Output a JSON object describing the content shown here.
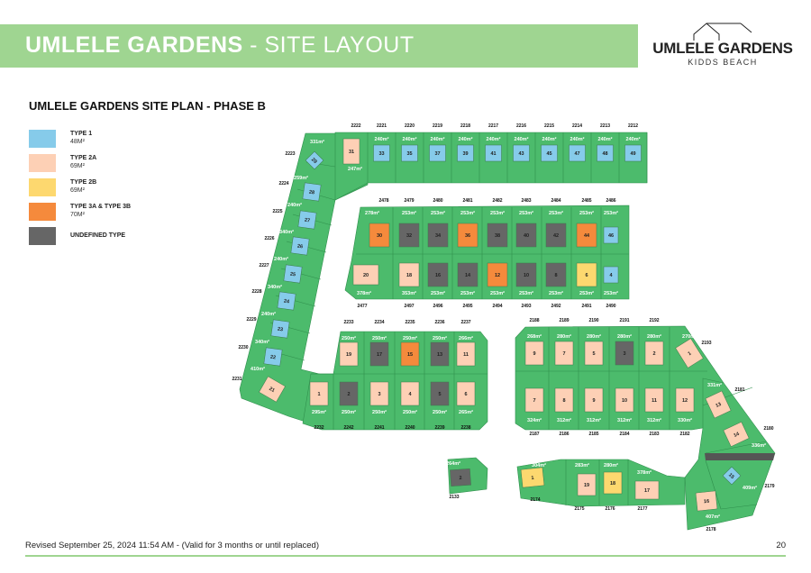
{
  "header": {
    "title_bold": "UMLELE GARDENS",
    "title_light": " - SITE LAYOUT"
  },
  "logo": {
    "name": "UMLELE GARDENS",
    "sub": "KIDDS BEACH"
  },
  "subtitle": "UMLELE GARDENS SITE PLAN - PHASE B",
  "colors": {
    "band": "#9fd591",
    "lot": "#4cbb6c",
    "type1": "#86cbea",
    "type2a": "#fdd0b5",
    "type2b": "#fdd86f",
    "type3": "#f58a3c",
    "undefined": "#666666"
  },
  "legend": [
    {
      "type": "type1",
      "label": "TYPE 1",
      "size": "48M²"
    },
    {
      "type": "type2a",
      "label": "TYPE 2A",
      "size": "69M²"
    },
    {
      "type": "type2b",
      "label": "TYPE 2B",
      "size": "69M²"
    },
    {
      "type": "type3",
      "label": "TYPE 3A & TYPE 3B",
      "size": "70M²"
    },
    {
      "type": "undefined",
      "label": "UNDEFINED TYPE",
      "size": ""
    }
  ],
  "blocks": {
    "top_row": [
      {
        "n": "31",
        "t": "type2a",
        "a": "247m²",
        "s": "2222"
      },
      {
        "n": "33",
        "t": "type1",
        "a": "240m²",
        "s": "2221"
      },
      {
        "n": "35",
        "t": "type1",
        "a": "240m²",
        "s": "2220"
      },
      {
        "n": "37",
        "t": "type1",
        "a": "240m²",
        "s": "2219"
      },
      {
        "n": "39",
        "t": "type1",
        "a": "240m²",
        "s": "2218"
      },
      {
        "n": "41",
        "t": "type1",
        "a": "240m²",
        "s": "2217"
      },
      {
        "n": "43",
        "t": "type1",
        "a": "240m²",
        "s": "2216"
      },
      {
        "n": "45",
        "t": "type1",
        "a": "240m²",
        "s": "2215"
      },
      {
        "n": "47",
        "t": "type1",
        "a": "240m²",
        "s": "2214"
      },
      {
        "n": "48",
        "t": "type1",
        "a": "240m²",
        "s": "2213"
      },
      {
        "n": "49",
        "t": "type1",
        "a": "240m²",
        "s": "2212"
      }
    ],
    "left_strip": [
      {
        "n": "29",
        "t": "type1",
        "a": "331m²",
        "s": "2223"
      },
      {
        "n": "28",
        "t": "type1",
        "a": "259m²",
        "s": "2224"
      },
      {
        "n": "27",
        "t": "type1",
        "a": "240m²",
        "s": "2225"
      },
      {
        "n": "26",
        "t": "type1",
        "a": "340m²",
        "s": "2226"
      },
      {
        "n": "25",
        "t": "type1",
        "a": "240m²",
        "s": "2227"
      },
      {
        "n": "24",
        "t": "type1",
        "a": "340m²",
        "s": "2228"
      },
      {
        "n": "23",
        "t": "type1",
        "a": "240m²",
        "s": "2229"
      },
      {
        "n": "22",
        "t": "type1",
        "a": "340m²",
        "s": "2230"
      },
      {
        "n": "21",
        "t": "type2a",
        "a": "410m²",
        "s": "2231"
      }
    ],
    "middle_top": [
      {
        "n": "30",
        "t": "type3",
        "a": "278m²",
        "s": "2478"
      },
      {
        "n": "32",
        "t": "undefined",
        "a": "253m²",
        "s": "2479"
      },
      {
        "n": "34",
        "t": "undefined",
        "a": "253m²",
        "s": "2480"
      },
      {
        "n": "36",
        "t": "type3",
        "a": "253m²",
        "s": "2481"
      },
      {
        "n": "38",
        "t": "undefined",
        "a": "253m²",
        "s": "2482"
      },
      {
        "n": "40",
        "t": "undefined",
        "a": "253m²",
        "s": "2483"
      },
      {
        "n": "42",
        "t": "undefined",
        "a": "253m²",
        "s": "2484"
      },
      {
        "n": "44",
        "t": "type3",
        "a": "253m²",
        "s": "2485"
      },
      {
        "n": "46",
        "t": "type1",
        "a": "253m²",
        "s": "2486"
      }
    ],
    "middle_bottom": [
      {
        "n": "20",
        "t": "type2a",
        "a": "378m²",
        "s": "2477"
      },
      {
        "n": "18",
        "t": "type2a",
        "a": "353m²",
        "s": "2497"
      },
      {
        "n": "16",
        "t": "undefined",
        "a": "253m²",
        "s": "2496"
      },
      {
        "n": "14",
        "t": "undefined",
        "a": "253m²",
        "s": "2495"
      },
      {
        "n": "12",
        "t": "type3",
        "a": "253m²",
        "s": "2494"
      },
      {
        "n": "10",
        "t": "undefined",
        "a": "253m²",
        "s": "2493"
      },
      {
        "n": "8",
        "t": "undefined",
        "a": "253m²",
        "s": "2492"
      },
      {
        "n": "6",
        "t": "type2b",
        "a": "253m²",
        "s": "2491"
      },
      {
        "n": "4",
        "t": "type1",
        "a": "253m²",
        "s": "2490"
      }
    ],
    "south_top": [
      {
        "n": "19",
        "t": "type2a",
        "a": "250m²",
        "s": "2233"
      },
      {
        "n": "17",
        "t": "undefined",
        "a": "250m²",
        "s": "2234"
      },
      {
        "n": "15",
        "t": "type3",
        "a": "250m²",
        "s": "2235"
      },
      {
        "n": "13",
        "t": "undefined",
        "a": "250m²",
        "s": "2236"
      },
      {
        "n": "11",
        "t": "type2a",
        "a": "266m²",
        "s": "2237"
      }
    ],
    "south_bottom": [
      {
        "n": "1",
        "t": "type2a",
        "a": "295m²",
        "s": "2232"
      },
      {
        "n": "2",
        "t": "undefined",
        "a": "250m²",
        "s": "2242"
      },
      {
        "n": "3",
        "t": "type2a",
        "a": "250m²",
        "s": "2241"
      },
      {
        "n": "4",
        "t": "type2a",
        "a": "250m²",
        "s": "2240"
      },
      {
        "n": "5",
        "t": "undefined",
        "a": "250m²",
        "s": "2239"
      },
      {
        "n": "6",
        "t": "type2a",
        "a": "265m²",
        "s": "2238"
      }
    ],
    "single": [
      {
        "n": "2",
        "t": "undefined",
        "a": "264m²",
        "s": "2133"
      }
    ],
    "east_top": [
      {
        "n": "9",
        "t": "type2a",
        "a": "268m²",
        "s": "2188"
      },
      {
        "n": "7",
        "t": "type2a",
        "a": "280m²",
        "s": "2189"
      },
      {
        "n": "5",
        "t": "type2a",
        "a": "280m²",
        "s": "2190"
      },
      {
        "n": "3",
        "t": "undefined",
        "a": "280m²",
        "s": "2191"
      },
      {
        "n": "2",
        "t": "type2a",
        "a": "280m²",
        "s": "2192"
      },
      {
        "n": "1",
        "t": "type2a",
        "a": "270m²",
        "s": "2193"
      }
    ],
    "east_bottom": [
      {
        "n": "7",
        "t": "type2a",
        "a": "324m²",
        "s": "2187"
      },
      {
        "n": "8",
        "t": "type2a",
        "a": "312m²",
        "s": "2186"
      },
      {
        "n": "9",
        "t": "type2a",
        "a": "312m²",
        "s": "2185"
      },
      {
        "n": "10",
        "t": "type2a",
        "a": "312m²",
        "s": "2184"
      },
      {
        "n": "11",
        "t": "type2a",
        "a": "312m²",
        "s": "2183"
      },
      {
        "n": "12",
        "t": "type2a",
        "a": "330m²",
        "s": "2182"
      }
    ],
    "east_wing": [
      {
        "n": "13",
        "t": "type2a",
        "a": "331m²",
        "s": "2181"
      },
      {
        "n": "14",
        "t": "type2a",
        "a": "336m²",
        "s": "2180"
      },
      {
        "n": "15",
        "t": "type1",
        "a": "409m²",
        "s": "2179"
      },
      {
        "n": "16",
        "t": "type2a",
        "a": "407m²",
        "s": "2178"
      }
    ],
    "east_south": [
      {
        "n": "1",
        "t": "type2b",
        "a": "304m²",
        "s": "2174"
      },
      {
        "n": "19",
        "t": "type2a",
        "a": "283m²",
        "s": "2175"
      },
      {
        "n": "18",
        "t": "type2b",
        "a": "280m²",
        "s": "2176"
      },
      {
        "n": "17",
        "t": "type2a",
        "a": "378m²",
        "s": "2177"
      }
    ]
  },
  "footer": {
    "revised": "Revised September 25, 2024 11:54 AM - (Valid for 3 months or until replaced)",
    "page": "20"
  }
}
